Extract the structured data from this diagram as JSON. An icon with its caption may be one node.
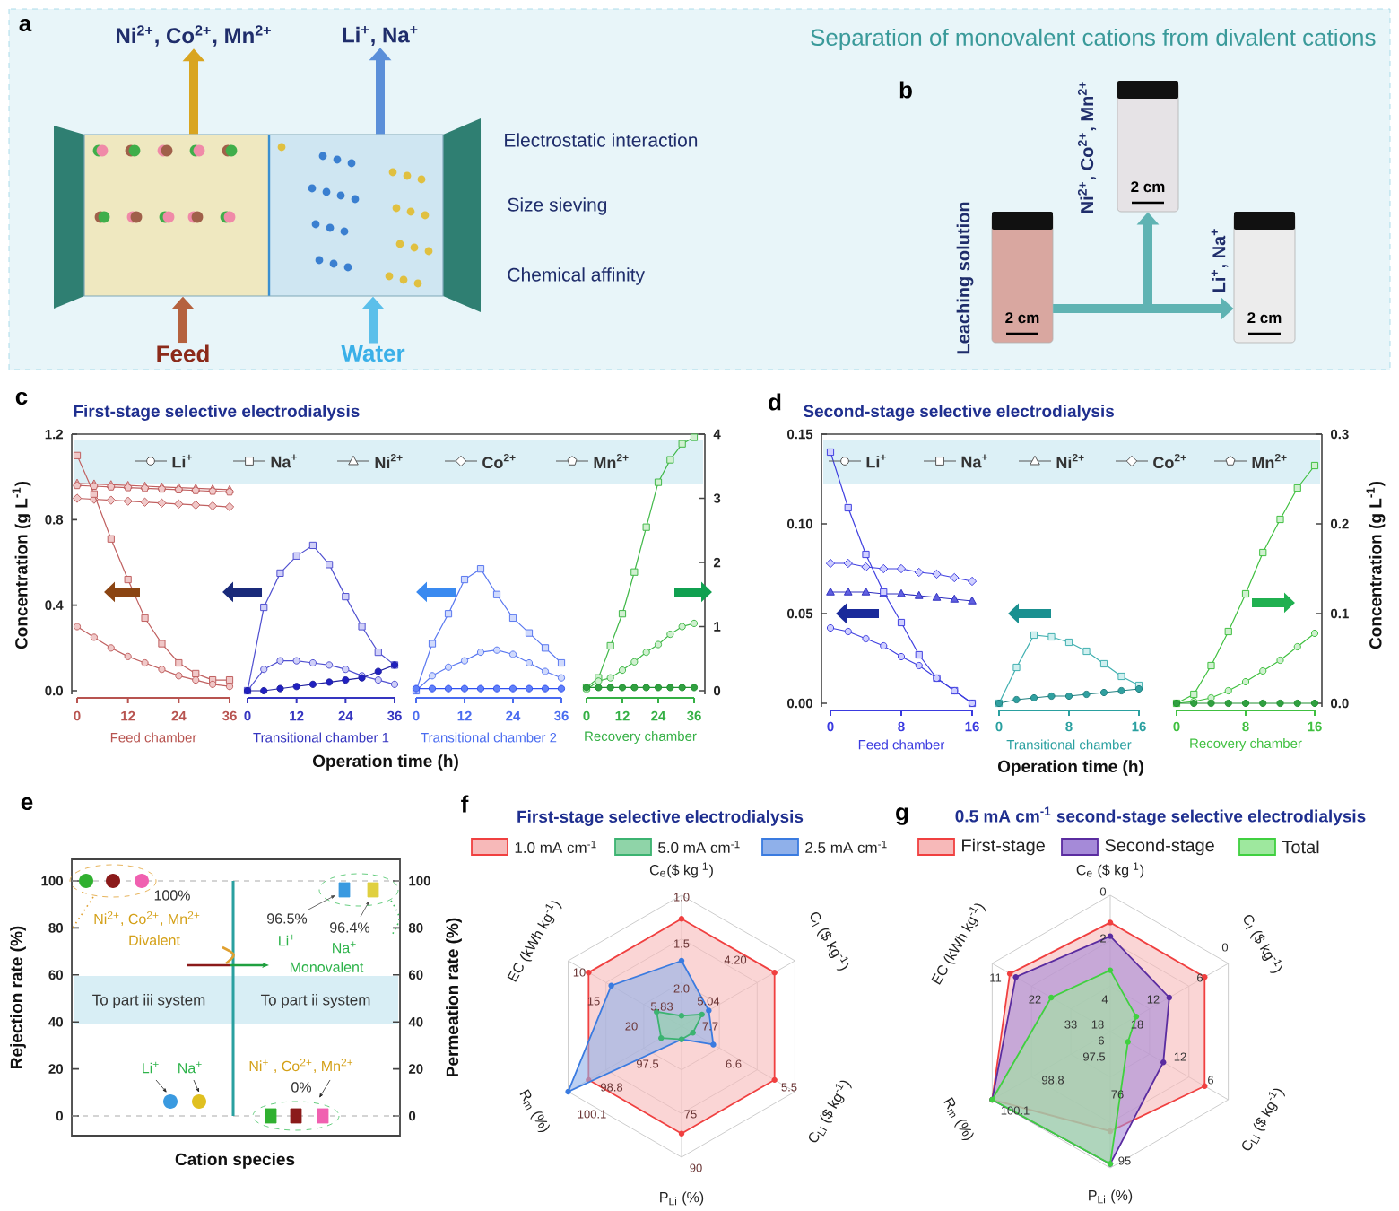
{
  "diagram": {
    "nodes": [
      {
        "text": [
          "Ni$^{2+}$, Co$^{2+}$, Mn$^{2+}$"
        ]
      },
      {
        "text": [
          "Li$^{+}$, Na$^{+}$"
        ]
      },
      {
        "text": [],
        "shape": "picture"
      },
      {
        "text": [
          "Feed"
        ]
      },
      {
        "text": [
          "Water"
        ]
      },
      {
        "text": [
          "2 cm"
        ],
        "beside": [
          "Leaching solution"
        ]
      },
      {
        "text": [
          "2 cm"
        ],
        "beside": [
          "Ni$^{2+}$, Co$^{2+}$, Mn$^{2+}$"
        ]
      },
      {
        "text": [
          "2 cm"
        ],
        "beside": [
          "Li$^{+}$, Na$^{+}$"
        ]
      }
    ],
    "edges": [
      {
        "from": 2,
        "to": 0,
        "arrow": "to",
        "color": "#d9a520"
      },
      {
        "from": 2,
        "to": 1,
        "arrow": "to",
        "color": "#5b8fd9"
      },
      {
        "from": 3,
        "to": 2,
        "arrow": "to",
        "color": "#b5623f"
      },
      {
        "from": 4,
        "to": 2,
        "arrow": "to",
        "color": "#5bbfea"
      },
      {
        "from": 5,
        "to": 6,
        "arrow": "to",
        "color": "#5fb3b3"
      },
      {
        "from": 5,
        "to": 7,
        "arrow": "to",
        "color": "#5fb3b3"
      }
    ],
    "labels": [
      "a",
      "Separation of monovalent cations from divalent cations",
      "Electrostatic interaction",
      "Size sieving",
      "Chemical affinity",
      "b",
      "c",
      "First-stage selective electrodialysis",
      "1.2",
      "0.8",
      "0.4",
      "0.0",
      "4",
      "3",
      "2",
      "1",
      "0",
      "0",
      "12",
      "24",
      "36",
      "0",
      "12",
      "24",
      "36",
      "0",
      "12",
      "24",
      "36",
      "0",
      "12",
      "24",
      "36",
      "Feed chamber",
      "Transitional chamber 1",
      "Transitional chamber 2",
      "Recovery chamber",
      "Concentration (g L$^{-1}$)",
      "Operation time (h)",
      "d",
      "Second-stage selective electrodialysis",
      "0.15",
      "0.10",
      "0.05",
      "0.00",
      "0.3",
      "0.2",
      "0.1",
      "0.0",
      "0",
      "8",
      "16",
      "0",
      "8",
      "16",
      "0",
      "8",
      "16",
      "Feed chamber",
      "Transitional chamber",
      "Recovery chamber",
      "Operation time (h)",
      "Concentration (g L$^{-1}$)",
      "e",
      "100",
      "80",
      "60",
      "40",
      "20",
      "0",
      "100",
      "80",
      "60",
      "40",
      "20",
      "0",
      "Rejection rate (%)",
      "Permeation rate (%)",
      "100%",
      "Ni$^{2+}$, Co$^{2+}$, Mn$^{2+}$",
      "Divalent",
      "96.5%",
      "96.4%",
      "Li$^{+}$",
      "Na$^{+}$",
      "Monovalent",
      "To part iii system",
      "To part ii system",
      "Li$^{+}$",
      "Na$^{+}$",
      "Ni$^{+}$ , Co$^{2+}$, Mn$^{2+}$",
      "0%",
      "Cation species",
      "f",
      "First-stage selective electrodialysis",
      "C$_{e}$($ kg$^{-1}$)",
      "C$_{I}$ ($ kg$^{-1}$)",
      "C$_{Li}$ ($ kg$^{-1}$)",
      "P$_{Li}$ (%)",
      "R$_{m}$ (%)",
      "EC (kWh kg$^{-1}$)",
      "1.0",
      "1.5",
      "4.20",
      "10",
      "2.0",
      "15",
      "5.83",
      "5.04",
      "20",
      "7.7",
      "97.5",
      "6.6",
      "98.8",
      "5.5",
      "100.1",
      "75",
      "90",
      "g",
      "0.5 mA cm$^{-1}$ second-stage selective electrodialysis",
      "C$_{e}$ ($ kg$^{-1}$)",
      "C$_{I}$ ($ kg$^{-1}$)",
      "C$_{Li}$ ($ kg$^{-1}$)",
      "P$_{Li}$ (%)",
      "R$_{m}$ (%)",
      "EC (kWh kg$^{-1}$)",
      "0",
      "2",
      "0",
      "11",
      "6",
      "22",
      "4",
      "12",
      "33",
      "18",
      "18",
      "6",
      "97.5",
      "12",
      "98.8",
      "6",
      "76",
      "100.1",
      "95"
    ],
    "legend": [
      {
        "text": "Li$^{+}$"
      },
      {
        "text": "Na$^{+}$"
      },
      {
        "text": "Ni$^{2+}$"
      },
      {
        "text": "Co$^{2+}$"
      },
      {
        "text": "Mn$^{2+}$"
      },
      {
        "text": "Li$^{+}$"
      },
      {
        "text": "Na$^{+}$"
      },
      {
        "text": "Ni$^{2+}$"
      },
      {
        "text": "Co$^{2+}$"
      },
      {
        "text": "Mn$^{2+}$"
      },
      {
        "text": "1.0 mA cm$^{-1}$",
        "color": "#f7b9b9"
      },
      {
        "text": "5.0 mA cm$^{-1}$",
        "color": "#8fd4a8"
      },
      {
        "text": "2.5 mA cm$^{-1}$",
        "color": "#8fb0ea"
      },
      {
        "text": "First-stage",
        "color": "#f7b9b9"
      },
      {
        "text": "Second-stage",
        "color": "#a58ad8"
      },
      {
        "text": "Total",
        "color": "#9ee89e"
      }
    ]
  }
}
